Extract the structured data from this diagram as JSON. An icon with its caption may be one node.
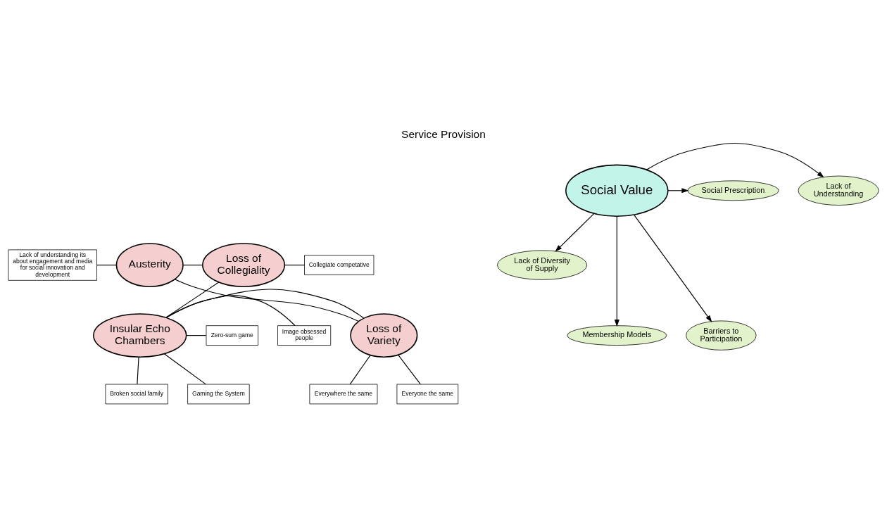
{
  "diagram": {
    "title": "Service Provision",
    "nodes": [
      {
        "text": [
          "Austerity"
        ]
      },
      {
        "text": [
          "Loss of Collegiality"
        ]
      },
      {
        "text": [
          "Loss of Variety"
        ]
      },
      {
        "text": [
          "Insular Echo Chambers"
        ]
      },
      {
        "text": [
          "Social Value"
        ]
      },
      {
        "text": [
          "Lack of Diversity of Supply"
        ]
      },
      {
        "text": [
          "Lack of Understanding"
        ]
      },
      {
        "text": [
          "Social Prescription"
        ]
      },
      {
        "text": [
          "Membership Models"
        ]
      },
      {
        "text": [
          "Barriers to Participation"
        ]
      },
      {
        "text": [
          "Lack of understanding its about engagement and media for social innovation and development"
        ]
      },
      {
        "text": [
          "Collegiate competative"
        ]
      },
      {
        "text": [
          "Zero-sum game"
        ]
      },
      {
        "text": [
          "Image obsessed people"
        ]
      },
      {
        "text": [
          "Everywhere the same"
        ]
      },
      {
        "text": [
          "Everyone the same"
        ]
      },
      {
        "text": [
          "Broken social family"
        ]
      },
      {
        "text": [
          "Gaming the System"
        ]
      }
    ],
    "edges": [
      {
        "from": 0,
        "to": 1,
        "arrow": "none"
      },
      {
        "from": 1,
        "to": 3,
        "arrow": "none"
      },
      {
        "from": 3,
        "to": 2,
        "arrow": "none"
      },
      {
        "from": 2,
        "to": 0,
        "arrow": "none"
      },
      {
        "from": 4,
        "to": 5,
        "arrow": "to"
      },
      {
        "from": 4,
        "to": 6,
        "arrow": "to"
      },
      {
        "from": 4,
        "to": 7,
        "arrow": "to"
      },
      {
        "from": 4,
        "to": 8,
        "arrow": "to"
      },
      {
        "from": 4,
        "to": 9,
        "arrow": "to"
      },
      {
        "from": 10,
        "to": 0,
        "arrow": "none"
      },
      {
        "from": 1,
        "to": 11,
        "arrow": "none"
      },
      {
        "from": 3,
        "to": 12,
        "arrow": "none"
      },
      {
        "from": 3,
        "to": 13,
        "arrow": "none"
      },
      {
        "from": 2,
        "to": 14,
        "arrow": "none"
      },
      {
        "from": 2,
        "to": 15,
        "arrow": "none"
      },
      {
        "from": 3,
        "to": 16,
        "arrow": "none"
      },
      {
        "from": 3,
        "to": 17,
        "arrow": "none"
      }
    ]
  }
}
